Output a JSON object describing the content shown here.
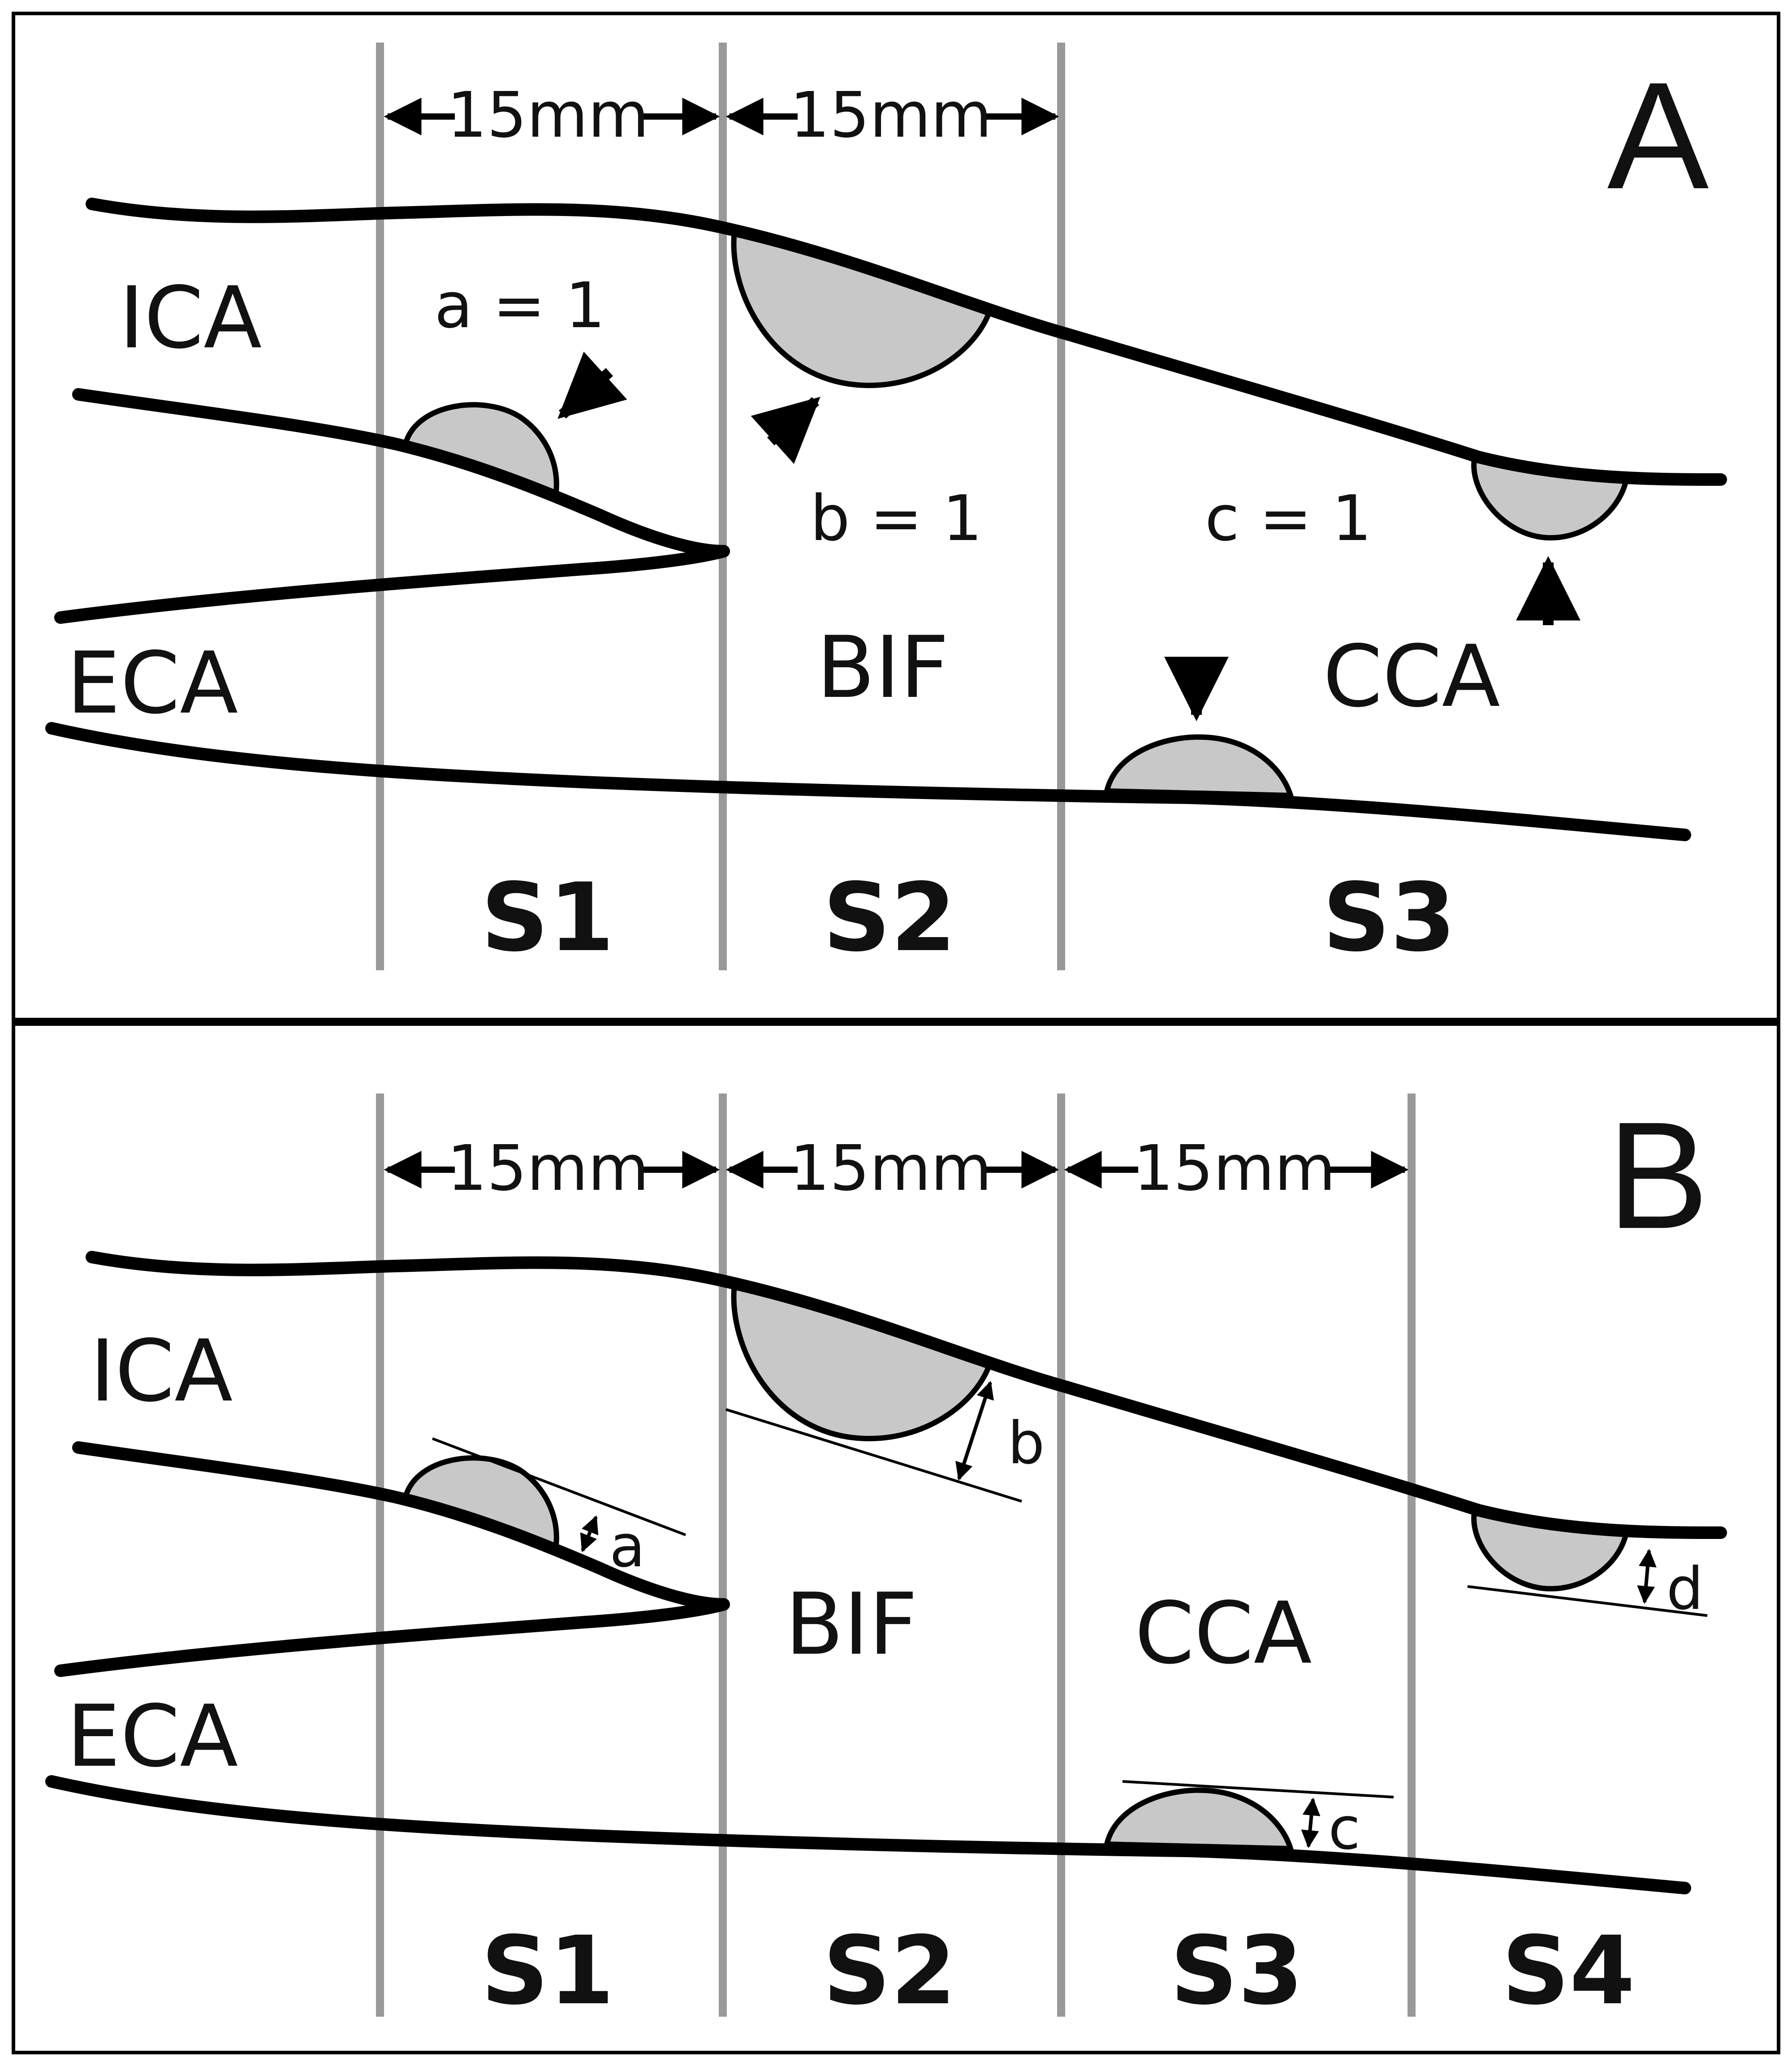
{
  "panels": {
    "A": {
      "letter": "A",
      "distance_labels": [
        "15mm",
        "15mm"
      ],
      "vessels": {
        "ica": "ICA",
        "eca": "ECA",
        "bif": "BIF",
        "cca": "CCA"
      },
      "scores": {
        "a": "a = 1",
        "b": "b = 1",
        "c": "c = 1"
      },
      "segments": [
        "S1",
        "S2",
        "S3"
      ]
    },
    "B": {
      "letter": "B",
      "distance_labels": [
        "15mm",
        "15mm",
        "15mm"
      ],
      "vessels": {
        "ica": "ICA",
        "eca": "ECA",
        "bif": "BIF",
        "cca": "CCA"
      },
      "measures": {
        "a": "a",
        "b": "b",
        "c": "c",
        "d": "d"
      },
      "segments": [
        "S1",
        "S2",
        "S3",
        "S4"
      ]
    }
  },
  "colors": {
    "wall": "#000000",
    "plaque": "#c8c8c8",
    "divider": "#999999",
    "background": "#ffffff"
  }
}
